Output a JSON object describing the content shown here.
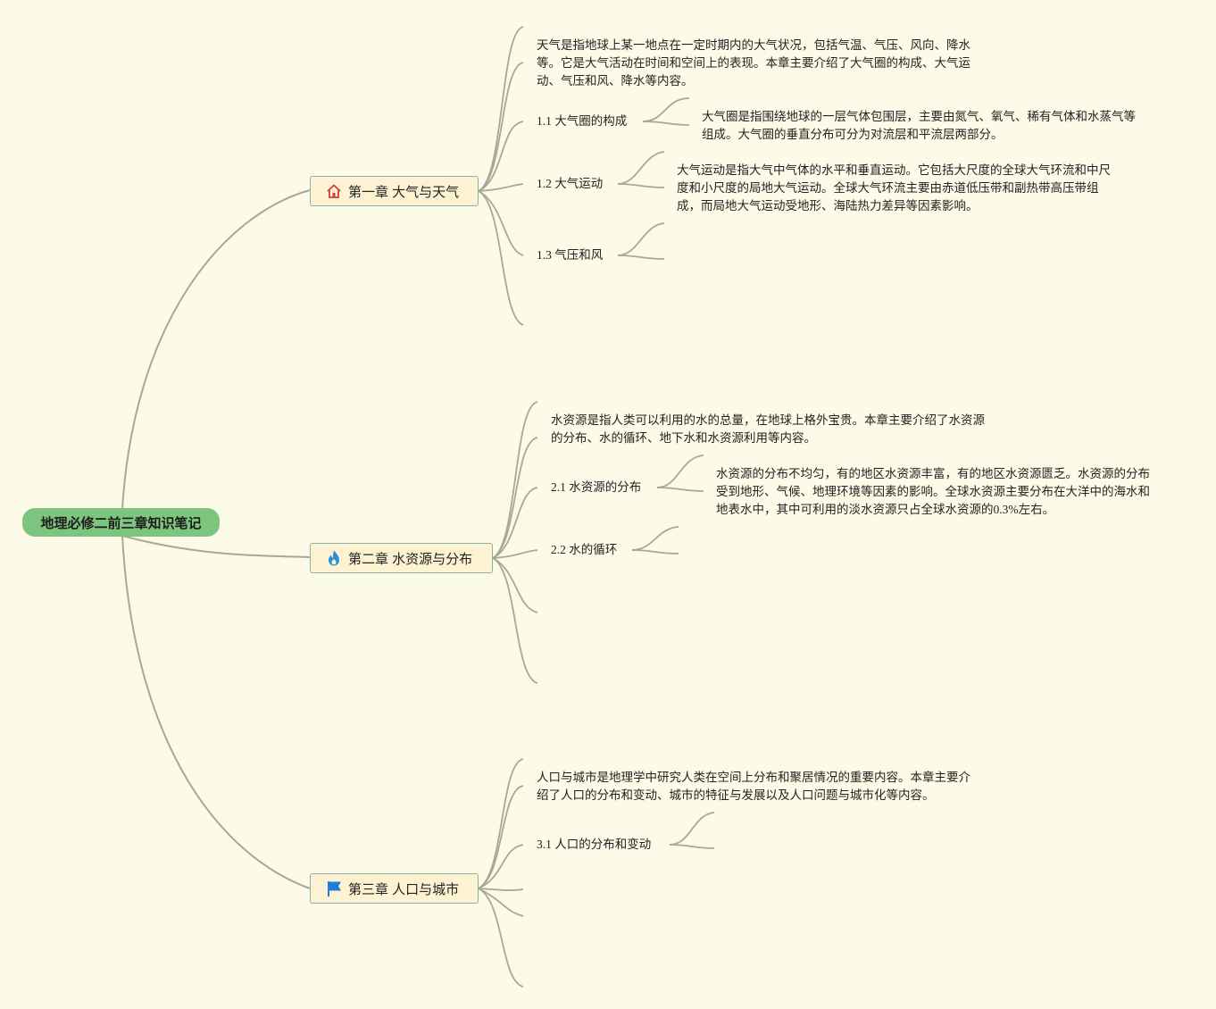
{
  "root": {
    "label": "地理必修二前三章知识笔记"
  },
  "chapters": [
    {
      "label": "第一章 大气与天气",
      "icon": "house-icon",
      "icon_color": "#d9363e",
      "description": "天气是指地球上某一地点在一定时期内的大气状况，包括气温、气压、风向、降水等。它是大气活动在时间和空间上的表现。本章主要介绍了大气圈的构成、大气运动、气压和风、降水等内容。",
      "subtopics": [
        {
          "label": "1.1 大气圈的构成",
          "detail": "大气圈是指围绕地球的一层气体包围层，主要由氮气、氧气、稀有气体和水蒸气等组成。大气圈的垂直分布可分为对流层和平流层两部分。"
        },
        {
          "label": "1.2 大气运动",
          "detail": "大气运动是指大气中气体的水平和垂直运动。它包括大尺度的全球大气环流和中尺度和小尺度的局地大气运动。全球大气环流主要由赤道低压带和副热带高压带组成，而局地大气运动受地形、海陆热力差异等因素影响。"
        },
        {
          "label": "1.3 气压和风",
          "detail": ""
        }
      ]
    },
    {
      "label": "第二章 水资源与分布",
      "icon": "flame-icon",
      "icon_color": "#2a8fd8",
      "description": "水资源是指人类可以利用的水的总量，在地球上格外宝贵。本章主要介绍了水资源的分布、水的循环、地下水和水资源利用等内容。",
      "subtopics": [
        {
          "label": "2.1 水资源的分布",
          "detail": "水资源的分布不均匀，有的地区水资源丰富，有的地区水资源匮乏。水资源的分布受到地形、气候、地理环境等因素的影响。全球水资源主要分布在大洋中的海水和地表水中，其中可利用的淡水资源只占全球水资源的0.3%左右。"
        },
        {
          "label": "2.2 水的循环",
          "detail": ""
        }
      ]
    },
    {
      "label": "第三章 人口与城市",
      "icon": "flag-icon",
      "icon_color": "#1f7fd6",
      "description": "人口与城市是地理学中研究人类在空间上分布和聚居情况的重要内容。本章主要介绍了人口的分布和变动、城市的特征与发展以及人口问题与城市化等内容。",
      "subtopics": [
        {
          "label": "3.1 人口的分布和变动",
          "detail": ""
        }
      ]
    }
  ],
  "colors": {
    "connector": "#a9a894",
    "root_fill": "#7dc47f",
    "chapter_fill": "#fdf3d2",
    "background": "#fcfbe8"
  }
}
